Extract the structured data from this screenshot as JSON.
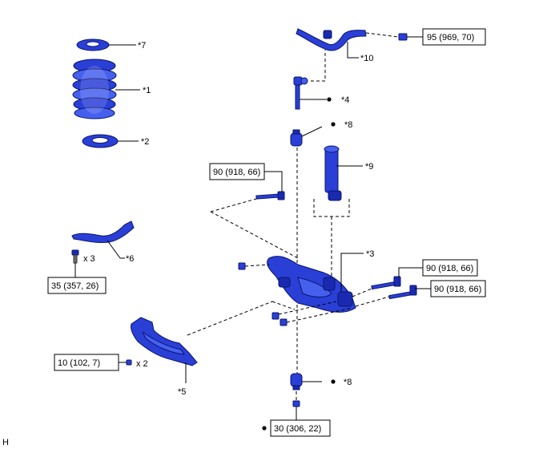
{
  "callouts": {
    "c7": "*7",
    "c1": "*1",
    "c2": "*2",
    "c10": "*10",
    "c4": "*4",
    "c8_top": "*8",
    "c9": "*9",
    "c3": "*3",
    "c6": "*6",
    "c5": "*5",
    "c8_bottom": "*8"
  },
  "torques": {
    "t95": "95 (969, 70)",
    "t90_upper": "90 (918, 66)",
    "t90_right_top": "90 (918, 66)",
    "t90_right_bottom": "90 (918, 66)",
    "t35": "35 (357, 26)",
    "t10": "10 (102, 7)",
    "t30": "30 (306, 22)"
  },
  "quantities": {
    "q3": "x 3",
    "q2": "x 2"
  },
  "corner_mark": "H",
  "colors": {
    "part_blue": "#2a3fd6",
    "part_highlight": "#4660ee",
    "outline": "#0b1670"
  }
}
